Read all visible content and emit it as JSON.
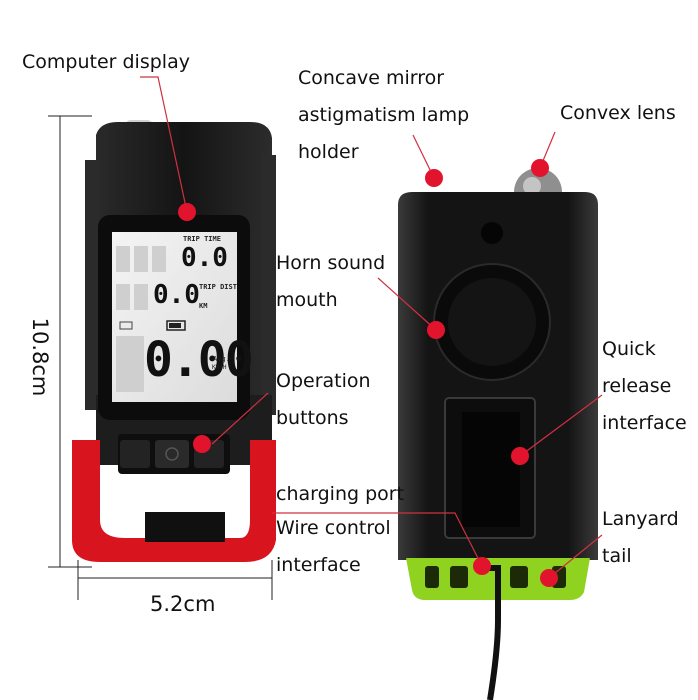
{
  "labels": {
    "computer_display": "Computer display",
    "concave_mirror": [
      "Concave mirror",
      "astigmatism lamp",
      "holder"
    ],
    "convex_lens": "Convex lens",
    "horn_sound_mouth": [
      "Horn sound",
      "mouth"
    ],
    "operation_buttons": [
      "Operation",
      "buttons"
    ],
    "quick_release": [
      "Quick",
      "release",
      "interface"
    ],
    "charging_port": "charging port",
    "wire_control": [
      "Wire control",
      "interface"
    ],
    "lanyard_tail": [
      "Lanyard",
      "tail"
    ]
  },
  "dimensions": {
    "height": "10.8cm",
    "width": "5.2cm"
  },
  "lcd": {
    "trip_time_label": "TRIP TIME",
    "trip_time_value": "0.0",
    "trip_dist_label": "TRIP DIST",
    "trip_dist_value": "0.0",
    "dist_unit": "KM",
    "speed_value": "0.00",
    "avg_label": "Avg.",
    "speed_unit": "KM/H"
  },
  "colors": {
    "marker": "#e2142d",
    "leader": "#d0303f",
    "body": "#1b1b1b",
    "red_mount": "#d8141e",
    "green_mount": "#8fd21f"
  }
}
